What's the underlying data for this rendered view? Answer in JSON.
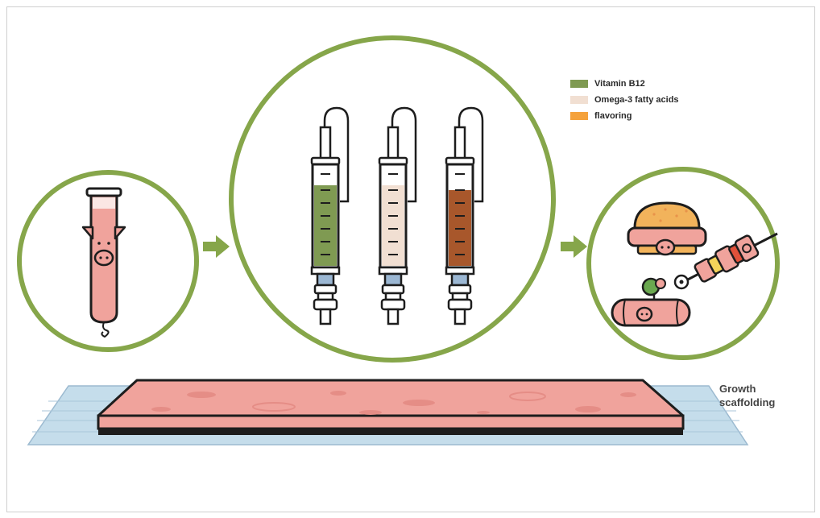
{
  "legend": {
    "items": [
      {
        "label": "Vitamin B12",
        "color": "#7f9a52"
      },
      {
        "label": "Omega-3 fatty acids",
        "color": "#f1dfd2"
      },
      {
        "label": "flavoring",
        "color": "#f5a23c"
      }
    ]
  },
  "scaffold": {
    "label_line1": "Growth",
    "label_line2": "scaffolding"
  },
  "colors": {
    "circle_border": "#86a64a",
    "arrow": "#86a64a",
    "meat": "#f0a39c",
    "outline": "#1d1d1d",
    "scaffold": "#c5ddeb"
  },
  "icons": [
    "test-tube-pig-icon",
    "syringe-icon",
    "burger-icon",
    "sausage-icon",
    "kebab-icon"
  ]
}
